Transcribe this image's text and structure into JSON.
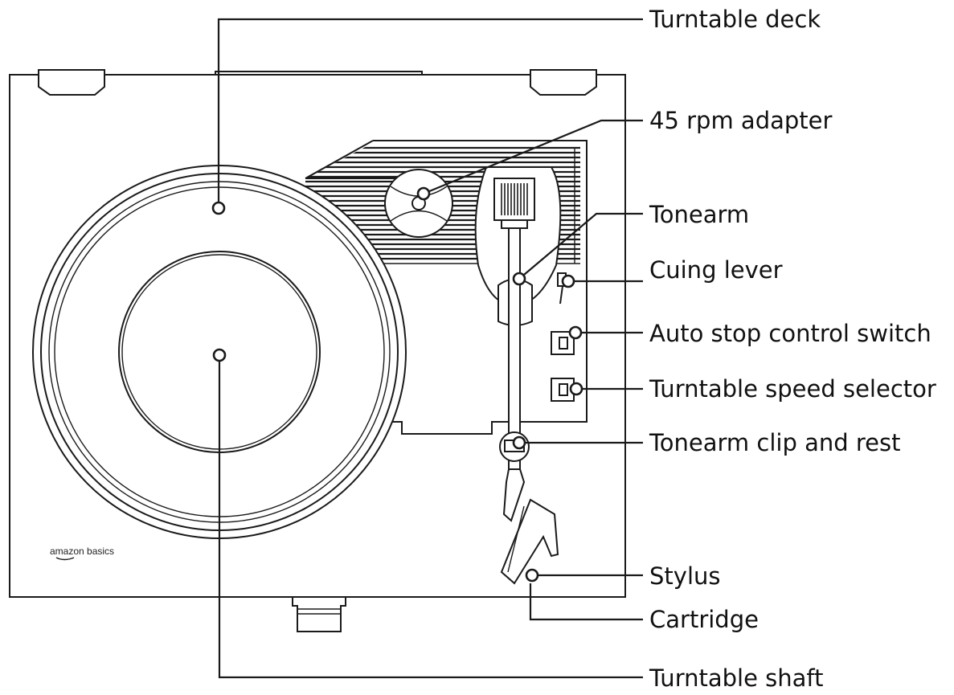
{
  "brand": {
    "text": "amazon basics"
  },
  "labels": [
    {
      "id": "turntable-deck",
      "text": "Turntable deck"
    },
    {
      "id": "45-rpm-adapter",
      "text": "45 rpm adapter"
    },
    {
      "id": "tonearm",
      "text": "Tonearm"
    },
    {
      "id": "cuing-lever",
      "text": "Cuing lever"
    },
    {
      "id": "auto-stop-control-switch",
      "text": "Auto stop control switch"
    },
    {
      "id": "turntable-speed-selector",
      "text": "Turntable speed selector"
    },
    {
      "id": "tonearm-clip-and-rest",
      "text": "Tonearm clip and rest"
    },
    {
      "id": "stylus",
      "text": "Stylus"
    },
    {
      "id": "cartridge",
      "text": "Cartridge"
    },
    {
      "id": "turntable-shaft",
      "text": "Turntable shaft"
    }
  ]
}
